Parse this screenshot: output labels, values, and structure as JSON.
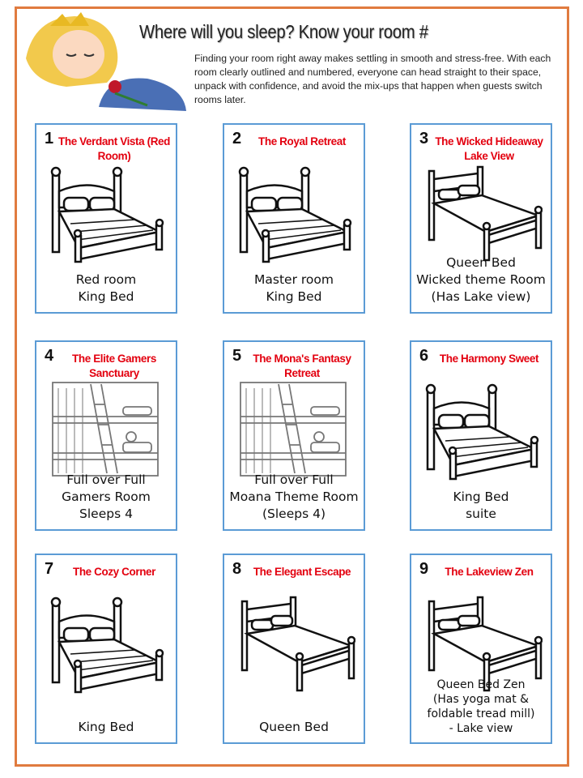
{
  "header": {
    "title": "Where will you sleep? Know your room #",
    "intro": "Finding your room right away makes settling in smooth and stress-free. With each room clearly outlined and numbered, everyone can head straight to their space, unpack with confidence, and avoid the mix-ups that happen when guests switch rooms later.",
    "image": "sleeping-princess-illustration"
  },
  "colors": {
    "border": "#e07b3f",
    "card_border": "#5b9bd5",
    "room_name": "#e3000f"
  },
  "rooms": [
    {
      "number": "1",
      "name": "The Verdant Vista (Red Room)",
      "caption": "Red room\nKing Bed",
      "bed": "king-bed-icon"
    },
    {
      "number": "2",
      "name": "The Royal Retreat",
      "caption": "Master room\nKing Bed",
      "bed": "king-bed-icon"
    },
    {
      "number": "3",
      "name": "The Wicked Hideaway Lake View",
      "caption": "Queen Bed\nWicked theme Room\n(Has Lake view)",
      "bed": "queen-bed-icon"
    },
    {
      "number": "4",
      "name": "The Elite Gamers Sanctuary",
      "caption": "Full over Full\nGamers Room\nSleeps 4",
      "bed": "bunk-bed-icon"
    },
    {
      "number": "5",
      "name": "The Mona's Fantasy Retreat",
      "caption": "Full over Full\nMoana Theme Room\n(Sleeps 4)",
      "bed": "bunk-bed-icon"
    },
    {
      "number": "6",
      "name": "The Harmony Sweet",
      "caption": "King Bed\nsuite",
      "bed": "king-bed-icon"
    },
    {
      "number": "7",
      "name": "The Cozy Corner",
      "caption": "King Bed",
      "bed": "king-bed-icon"
    },
    {
      "number": "8",
      "name": "The Elegant Escape",
      "caption": "Queen Bed",
      "bed": "queen-bed-icon"
    },
    {
      "number": "9",
      "name": "The Lakeview Zen",
      "caption": "Queen Bed Zen\n(Has yoga mat &\nfoldable tread mill)\n- Lake view",
      "bed": "queen-bed-icon"
    }
  ]
}
